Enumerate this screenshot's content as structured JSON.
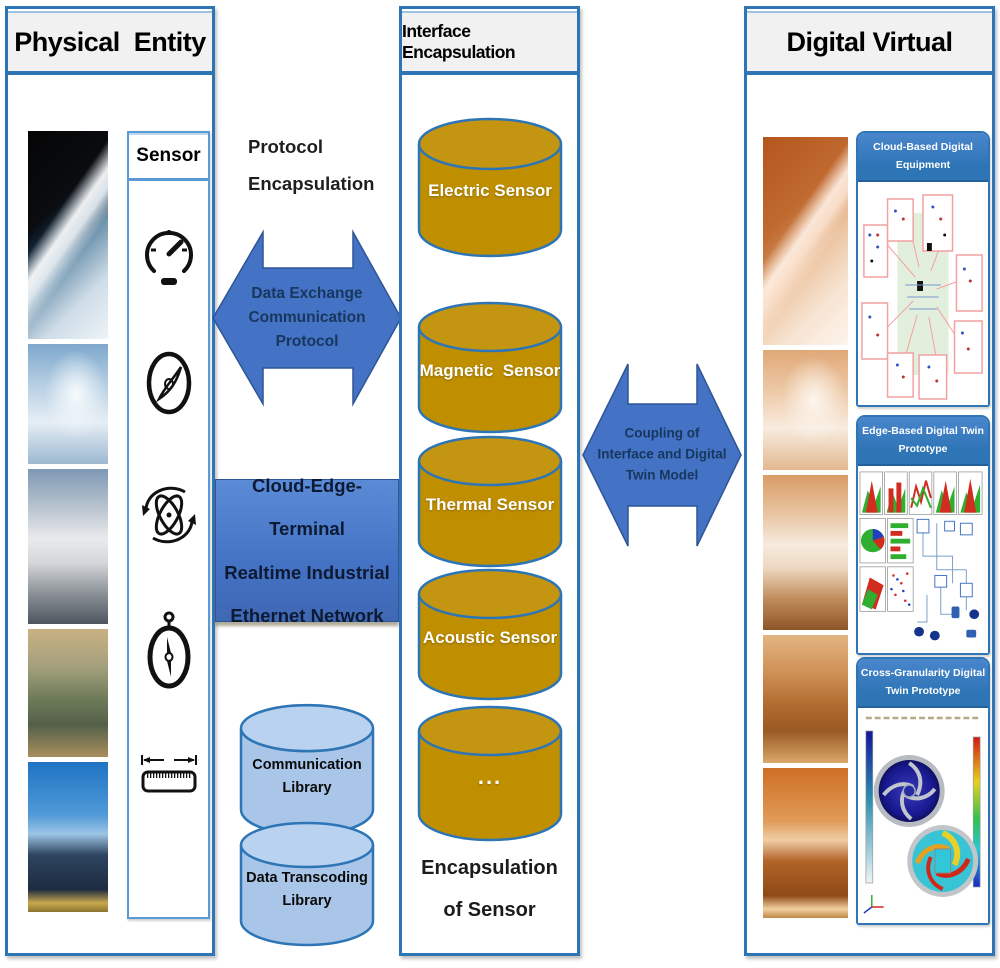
{
  "physical": {
    "title": "Physical  Entity",
    "sensor_title": "Sensor",
    "sensor_icons": [
      "speedometer-gauge-icon",
      "compass-icon",
      "gyroscope-atom-icon",
      "plumb-dial-icon",
      "ruler-measure-icon"
    ],
    "images": [
      "space-shuttle-photo",
      "airplane-photo",
      "high-speed-train-photo",
      "tank-photo",
      "wind-solar-farm-photo"
    ]
  },
  "interface": {
    "title": "Interface Encapsulation",
    "cylinders": [
      {
        "label": "Electric Sensor"
      },
      {
        "label": "Magnetic  Sensor"
      },
      {
        "label": "Thermal Sensor"
      },
      {
        "label": "Acoustic Sensor"
      },
      {
        "label": "..."
      }
    ],
    "caption_lines": [
      "Encapsulation",
      "of Sensor"
    ]
  },
  "digital": {
    "title": "Digital Virtual",
    "images": [
      "space-shuttle-orange-photo",
      "airplane-orange-photo",
      "high-speed-train-orange-photo",
      "tank-orange-photo",
      "wind-solar-farm-orange-photo"
    ],
    "panels": [
      {
        "title_lines": [
          "Cloud-Based Digital",
          "Equipment"
        ],
        "content": "network-layout-diagram"
      },
      {
        "title_lines": [
          "Edge-Based Digital Twin",
          "Prototype"
        ],
        "content": "chart-dashboard-and-flow-diagram"
      },
      {
        "title_lines": [
          "Cross-Granularity Digital",
          "Twin Prototype"
        ],
        "content": "cfd-impeller-simulation"
      }
    ]
  },
  "connectors": {
    "protocol_lines": [
      "Protocol",
      "Encapsulation"
    ],
    "data_exchange_lines": [
      "Data Exchange",
      "Communication",
      "Protocol"
    ],
    "network_lines": [
      "Cloud-Edge-Terminal",
      "Realtime Industrial",
      "Ethernet Network"
    ],
    "libraries": [
      {
        "lines": [
          "Communication",
          "Library"
        ]
      },
      {
        "lines": [
          "Data Transcoding",
          "Library"
        ]
      }
    ],
    "coupling_lines": [
      "Coupling of",
      "Interface and Digital",
      "Twin Model"
    ]
  },
  "colors": {
    "column_border": "#2e75b6",
    "header_bg": "#f1f1f1",
    "arrow_fill": "#4472c4",
    "arrow_text": "#17375e",
    "gold_cylinder": "#bf8f00",
    "blue_cylinder": "#a9c6e9",
    "panel_header": "#2e75b6"
  }
}
